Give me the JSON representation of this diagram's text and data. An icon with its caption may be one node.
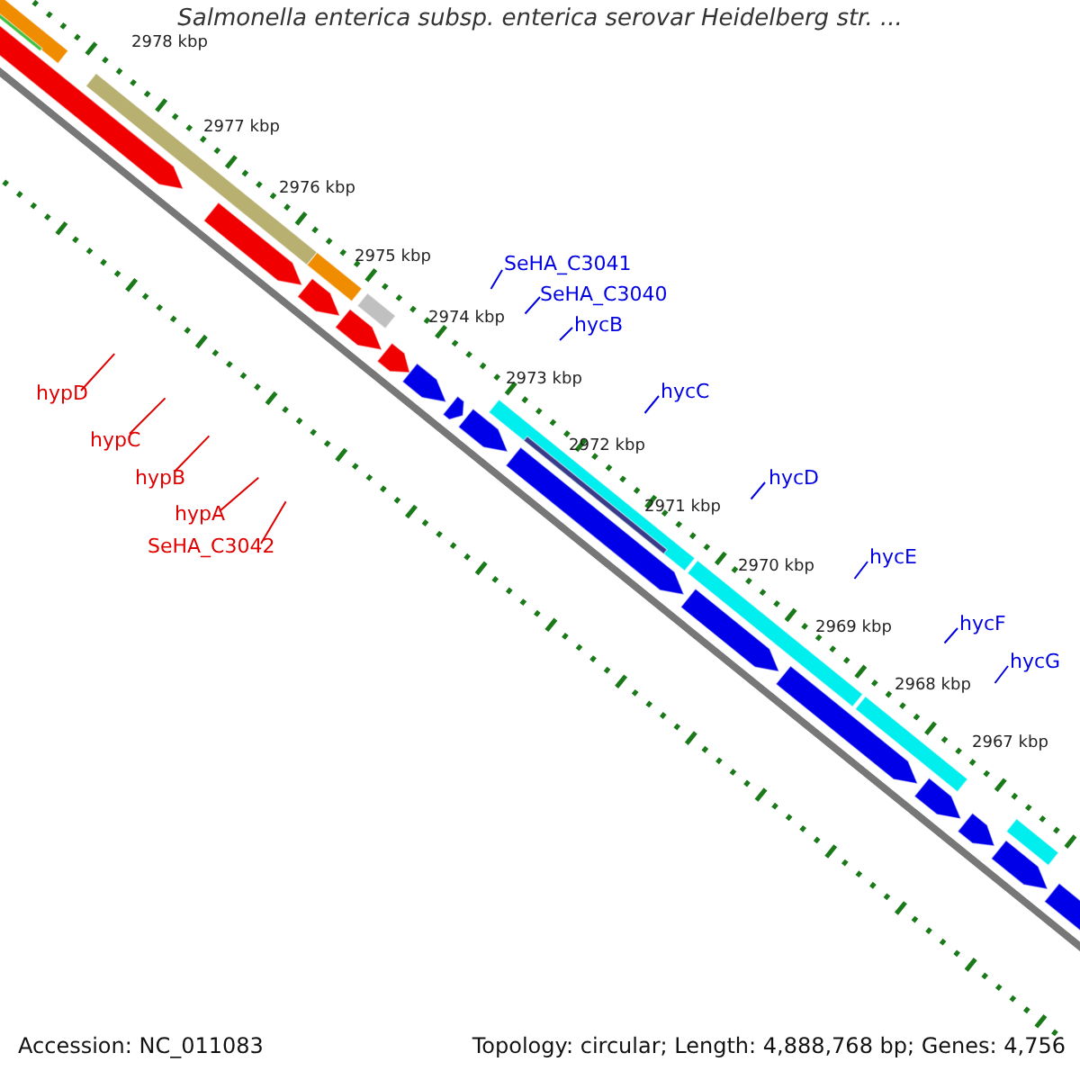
{
  "diagram": {
    "title": "Salmonella enterica subsp. enterica serovar Heidelberg str. ...",
    "nodes": [
      {
        "text": [
          "hypD"
        ]
      },
      {
        "text": [
          "hypC"
        ]
      },
      {
        "text": [
          "hypB"
        ]
      },
      {
        "text": [
          "hypA"
        ]
      },
      {
        "text": [
          "SeHA_C3042"
        ]
      },
      {
        "text": [
          "SeHA_C3041"
        ]
      },
      {
        "text": [
          "SeHA_C3040"
        ]
      },
      {
        "text": [
          "hycB"
        ]
      },
      {
        "text": [
          "hycC"
        ]
      },
      {
        "text": [
          "hycD"
        ]
      },
      {
        "text": [
          "hycE"
        ]
      },
      {
        "text": [
          "hycF"
        ]
      },
      {
        "text": [
          "hycG"
        ]
      }
    ],
    "edges": [
      {
        "from": 0,
        "to": null,
        "arrow": "none",
        "color": "#e00000"
      },
      {
        "from": 1,
        "to": null,
        "arrow": "none",
        "color": "#e00000"
      },
      {
        "from": 2,
        "to": null,
        "arrow": "none",
        "color": "#e00000"
      },
      {
        "from": 3,
        "to": null,
        "arrow": "none",
        "color": "#e00000"
      },
      {
        "from": 4,
        "to": null,
        "arrow": "none",
        "color": "#e00000"
      },
      {
        "from": 5,
        "to": null,
        "arrow": "none"
      },
      {
        "from": 6,
        "to": null,
        "arrow": "none"
      },
      {
        "from": 7,
        "to": null,
        "arrow": "none"
      },
      {
        "from": 8,
        "to": null,
        "arrow": "none"
      },
      {
        "from": 9,
        "to": null,
        "arrow": "none"
      },
      {
        "from": 10,
        "to": null,
        "arrow": "none"
      },
      {
        "from": 11,
        "to": null,
        "arrow": "none"
      },
      {
        "from": 12,
        "to": null,
        "arrow": "none"
      }
    ],
    "labels": [
      "2978 kbp",
      "2977 kbp",
      "2976 kbp",
      "2975 kbp",
      "2974 kbp",
      "2973 kbp",
      "2972 kbp",
      "2971 kbp",
      "2970 kbp",
      "2969 kbp",
      "2968 kbp",
      "2967 kbp",
      "Accession: NC_011083",
      "Topology: circular; Length: 4,888,768 bp; Genes: 4,756"
    ]
  }
}
